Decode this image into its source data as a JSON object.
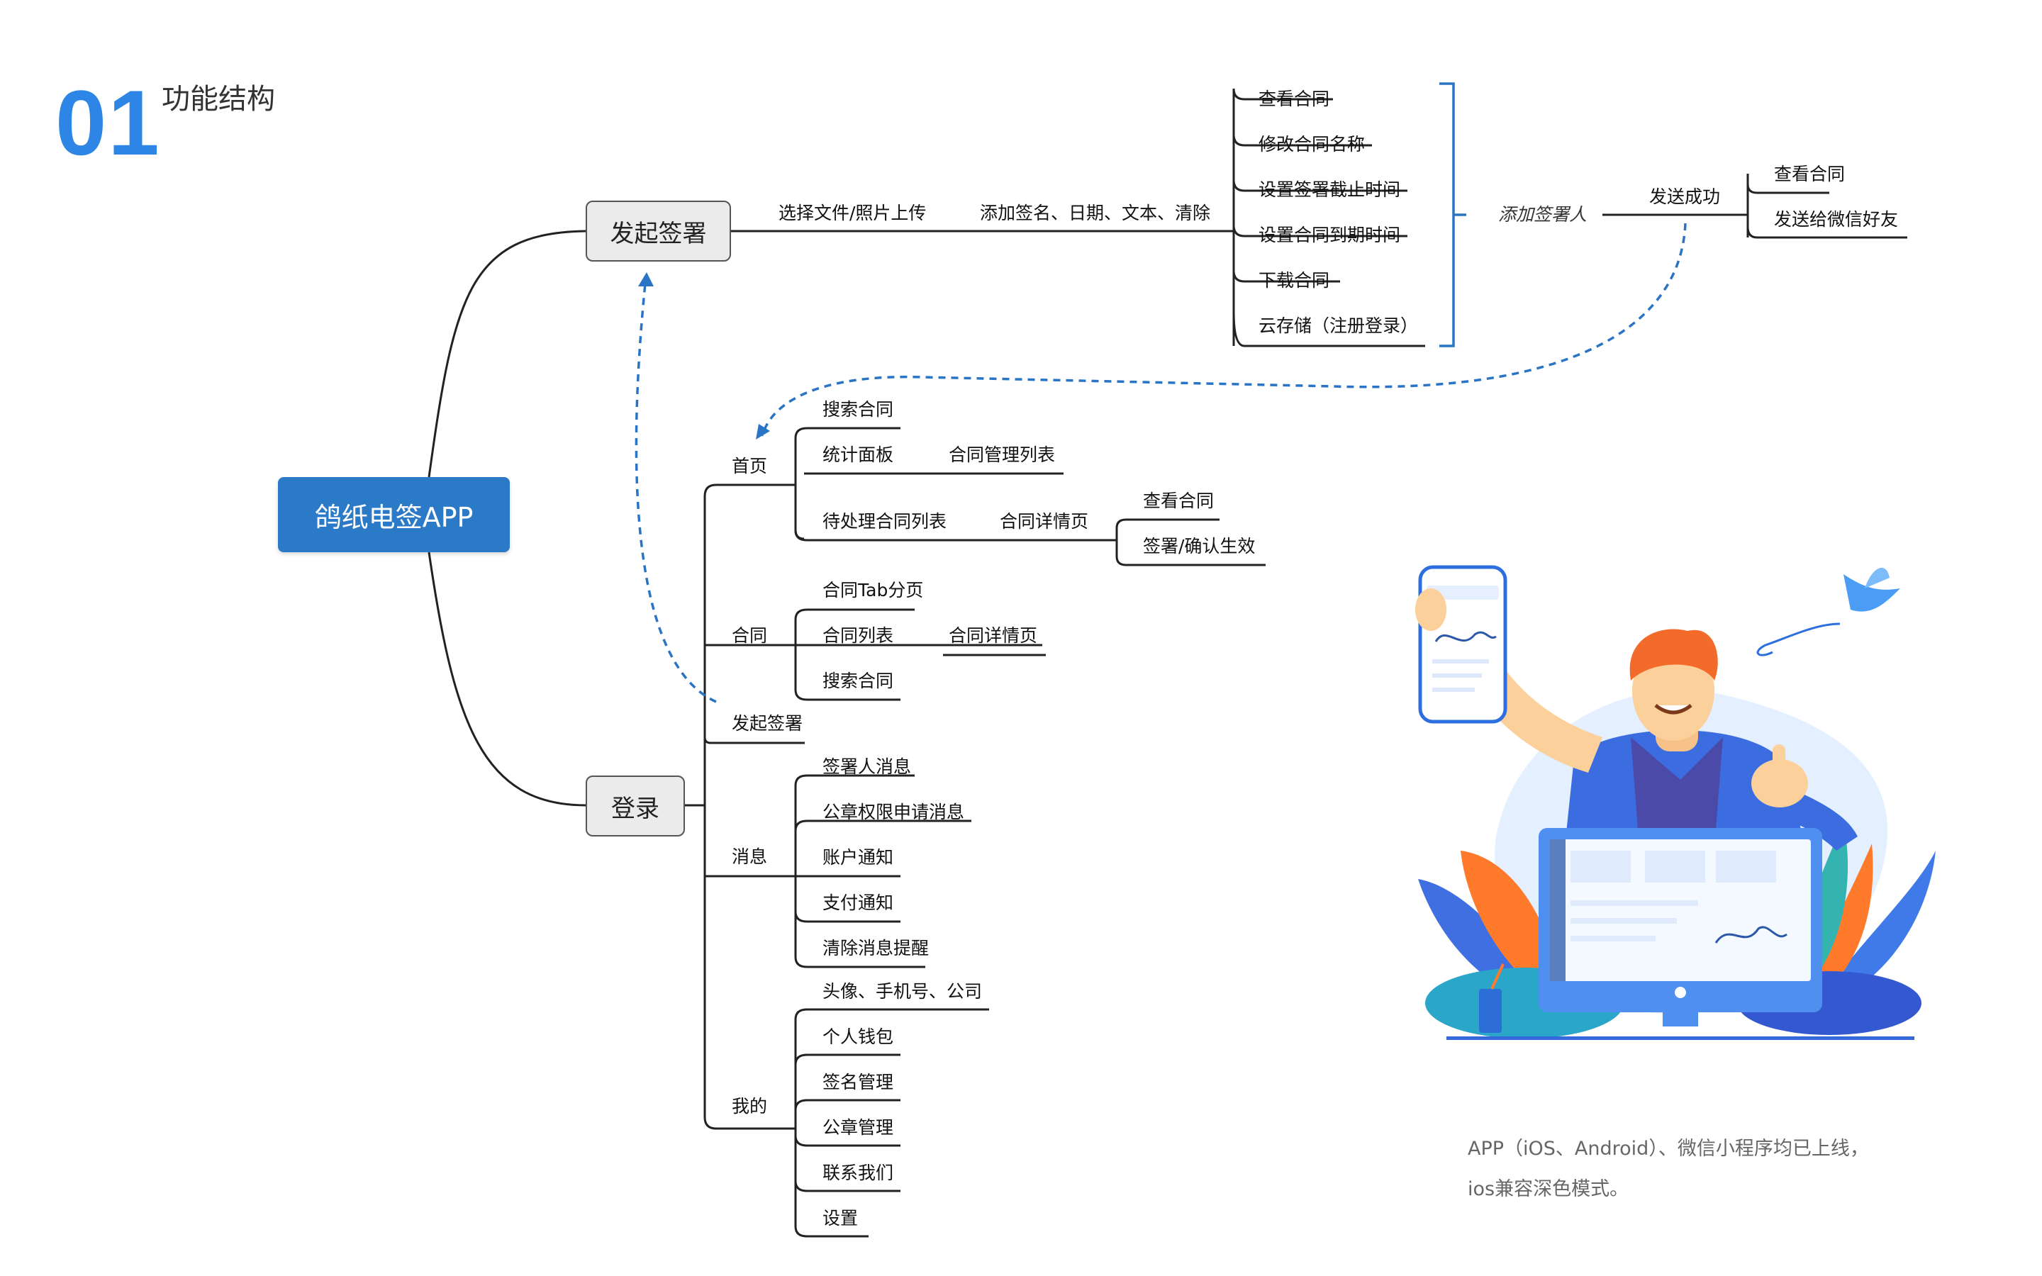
{
  "header": {
    "number": "01",
    "title": "功能结构"
  },
  "root": {
    "label": "鸽纸电签APP"
  },
  "branches": {
    "sign": {
      "label": "发起签署"
    },
    "login": {
      "label": "登录"
    }
  },
  "sign_flow": {
    "step1": "选择文件/照片上传",
    "step2": "添加签名、日期、文本、清除",
    "options": [
      "查看合同",
      "修改合同名称",
      "设置签署截止时间",
      "设置合同到期时间",
      "下载合同",
      "云存储（注册登录）"
    ],
    "add_signer": "添加签署人",
    "send_success": "发送成功",
    "after_send": [
      "查看合同",
      "发送给微信好友"
    ]
  },
  "login_tree": {
    "home": {
      "label": "首页",
      "children": [
        "搜索合同",
        "统计面板",
        "待处理合同列表"
      ],
      "stats_child": "合同管理列表",
      "pending_child": "合同详情页",
      "detail_children": [
        "查看合同",
        "签署/确认生效"
      ]
    },
    "contract": {
      "label": "合同",
      "children": [
        "合同Tab分页",
        "合同列表",
        "搜索合同"
      ],
      "list_child": "合同详情页"
    },
    "start_sign": {
      "label": "发起签署"
    },
    "messages": {
      "label": "消息",
      "children": [
        "签署人消息",
        "公章权限申请消息",
        "账户通知",
        "支付通知",
        "清除消息提醒"
      ]
    },
    "mine": {
      "label": "我的",
      "children": [
        "头像、手机号、公司",
        "个人钱包",
        "签名管理",
        "公章管理",
        "联系我们",
        "设置"
      ]
    }
  },
  "caption": {
    "line1": "APP（iOS、Android）、微信小程序均已上线，",
    "line2": "ios兼容深色模式。"
  },
  "colors": {
    "accent": "#2d86e6",
    "root_bg": "#2a7ac8",
    "line": "#222222",
    "dashed": "#2a74c5"
  }
}
